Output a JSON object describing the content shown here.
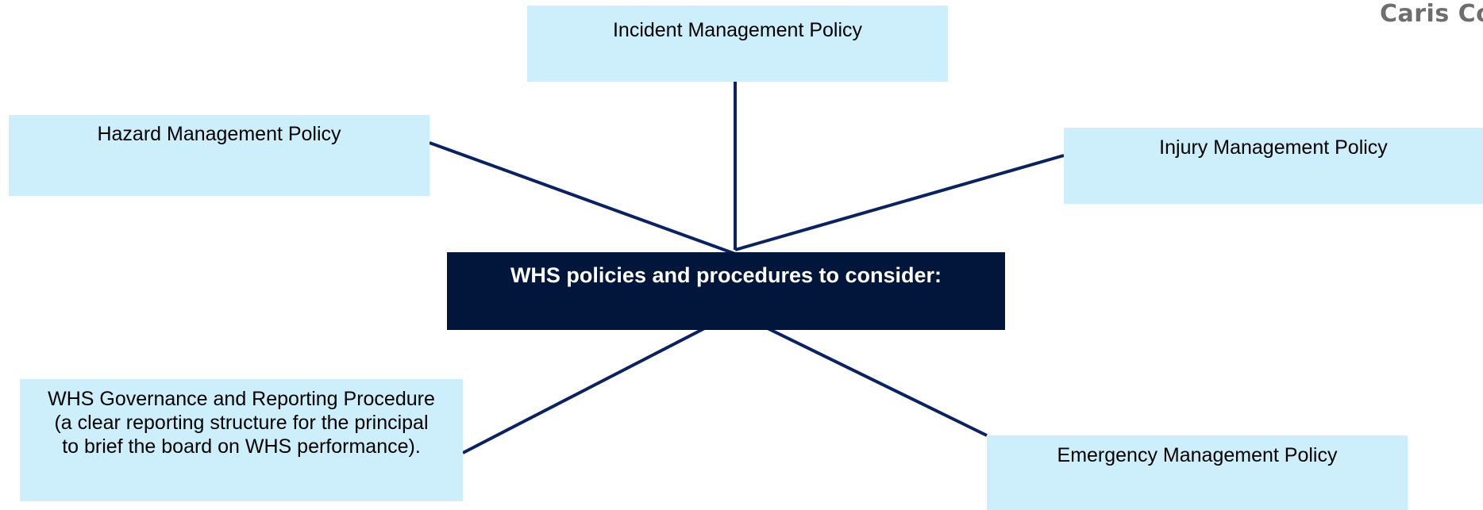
{
  "logo": {
    "text": "Caris Co"
  },
  "center": {
    "label": "WHS policies and procedures to consider:"
  },
  "policies": {
    "incident": "Incident Management Policy",
    "hazard": "Hazard Management Policy",
    "injury": "Injury Management Policy",
    "governance": "WHS Governance and Reporting Procedure (a clear reporting structure for the principal to brief the board on WHS performance).",
    "emergency": "Emergency Management Policy"
  },
  "colors": {
    "box_fill": "#cdeefb",
    "center_fill": "#02163c",
    "connector": "#0b2260"
  }
}
